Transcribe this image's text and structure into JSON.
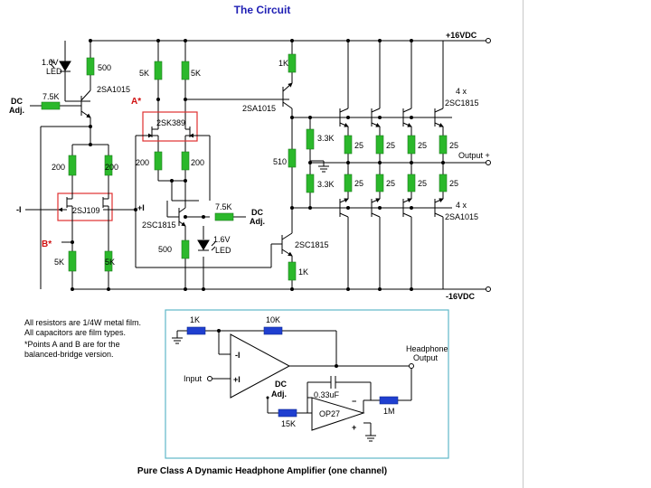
{
  "title": "The Circuit",
  "caption": "Pure Class A Dynamic Headphone Amplifier (one channel)",
  "notes": {
    "line1": "All resistors are 1/4W metal film.",
    "line2": "All capacitors are film types.",
    "line3": "*Points A and B are for the",
    "line4": "balanced-bridge version."
  },
  "colors": {
    "title": "#1f1fb4",
    "resistor_main": "#2bb82b",
    "resistor_sub": "#1f3fd0",
    "highlight": "#e03030",
    "sub_frame": "#5fb8c8"
  },
  "main": {
    "rail_pos": "+16VDC",
    "rail_neg": "-16VDC",
    "led1_value": "1.6V",
    "led1_label": "LED",
    "r500_top": "500",
    "dc_adj_1": "DC",
    "dc_adj_1b": "Adj.",
    "r_7k5_left": "7.5K",
    "q_2sa1015_left": "2SA1015",
    "r_5k_a": "5K",
    "r_5k_b": "5K",
    "point_a": "A*",
    "jfet_top": "2SK389",
    "r200_tl": "200",
    "r200_tr": "200",
    "r200_ml": "200",
    "r200_mr": "200",
    "input_neg": "-I",
    "jfet_bottom": "2SJ109",
    "input_pos": "+I",
    "point_b": "B*",
    "r_5k_c": "5K",
    "r_5k_d": "5K",
    "q_2sc1815_mid": "2SC1815",
    "r500_mid": "500",
    "r_7k5_right": "7.5K",
    "dc_adj_2": "DC",
    "dc_adj_2b": "Adj.",
    "led2_value": "1.6V",
    "led2_label": "LED",
    "r_1k_top": "1K",
    "q_2sa1015_drv": "2SA1015",
    "r_510": "510",
    "q_2sc1815_drv": "2SC1815",
    "r_1k_bot": "1K",
    "r_3k3_a": "3.3K",
    "r_3k3_b": "3.3K",
    "count_top": "4 x",
    "q_top_out": "2SC1815",
    "count_bot": "4 x",
    "q_bot_out": "2SA1015",
    "r25": "25",
    "output": "Output +"
  },
  "sub": {
    "r_1k": "1K",
    "r_10k": "10K",
    "input": "Input",
    "inv_in": "-I",
    "noninv_in": "+I",
    "dc": "DC",
    "dc_b": "Adj.",
    "cap": "0.33uF",
    "opamp": "OP27",
    "r_15k": "15K",
    "r_1m": "1M",
    "out_1": "Headphone",
    "out_2": "Output",
    "minus": "−",
    "plus": "+"
  }
}
